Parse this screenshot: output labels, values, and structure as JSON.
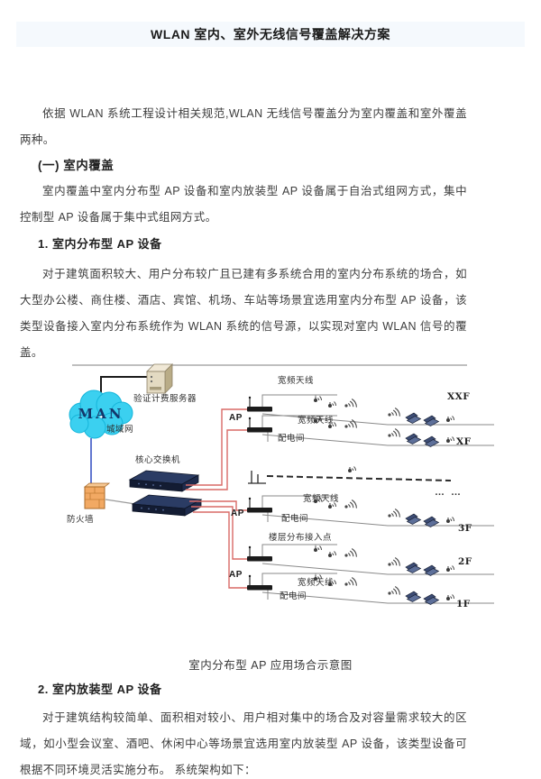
{
  "doc": {
    "title": "WLAN 室内、室外无线信号覆盖解决方案",
    "para_intro": "依据 WLAN 系统工程设计相关规范,WLAN 无线信号覆盖分为室内覆盖和室外覆盖两种。",
    "heading_indoor": "(一) 室内覆盖",
    "para_indoor_modes": "室内覆盖中室内分布型 AP 设备和室内放装型 AP 设备属于自治式组网方式，集中控制型 AP 设备属于集中式组网方式。",
    "heading_dist_ap": "1. 室内分布型 AP 设备",
    "para_dist_ap": "对于建筑面积较大、用户分布较广且已建有多系统合用的室内分布系统的场合，如大型办公楼、商住楼、酒店、宾馆、机场、车站等场景宜选用室内分布型 AP 设备，该类型设备接入室内分布系统作为 WLAN 系统的信号源，以实现对室内 WLAN 信号的覆盖。",
    "figure_caption": "室内分布型 AP 应用场合示意图",
    "heading_mount_ap": "2. 室内放装型 AP 设备",
    "para_mount_ap": "对于建筑结构较简单、面积相对较小、用户相对集中的场合及对容量需求较大的区域，如小型会议室、酒吧、休闲中心等场景宜选用室内放装型 AP 设备，该类型设备可根据不同环境灵活实施分布。 系统架构如下："
  },
  "diagram": {
    "server_label": "验证计费服务器",
    "cloud_label": "MAN",
    "metro_label": "城域网",
    "core_switch_label": "核心交换机",
    "firewall_label": "防火墙",
    "ap_label": "AP",
    "antenna_label": "宽频天线",
    "room_label": "配电间",
    "floor_access_label": "楼层分布接入点",
    "ellipsis": "… …",
    "floors": {
      "xxf": "XXF",
      "xf": "XF",
      "f3": "3F",
      "f2": "2F",
      "f1": "1F"
    },
    "colors": {
      "cloud": "#3bd0f0",
      "firewall": "#f2a963",
      "switch": "#1e2b4c",
      "red_link": "#d96a66",
      "blue_link": "#3b55c4"
    }
  }
}
